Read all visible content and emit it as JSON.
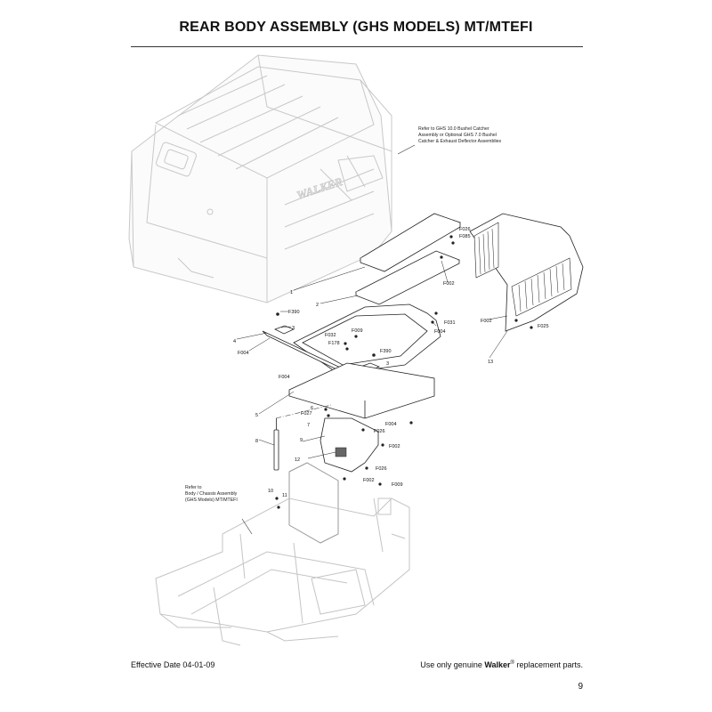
{
  "page": {
    "title": "REAR BODY ASSEMBLY (GHS MODELS) MT/MTEFI",
    "page_number": "9"
  },
  "notes": {
    "catcher_ref": [
      "Refer to GHS 10.0 Bushel Catcher",
      "Assembly or Optional GHS 7.0 Bushel",
      "Catcher & Exhaust Deflector Assemblies"
    ],
    "chassis_ref": [
      "Refer to",
      "Body / Chassis Assembly",
      "(GHS Models) MT/MTEFI"
    ]
  },
  "logo": {
    "text": "WALKER"
  },
  "callouts": [
    {
      "id": "c-1",
      "text": "1"
    },
    {
      "id": "c-2",
      "text": "2"
    },
    {
      "id": "c-3a",
      "text": "3"
    },
    {
      "id": "c-3b",
      "text": "3"
    },
    {
      "id": "c-4",
      "text": "4"
    },
    {
      "id": "c-5",
      "text": "5"
    },
    {
      "id": "c-6",
      "text": "6"
    },
    {
      "id": "c-7",
      "text": "7"
    },
    {
      "id": "c-8",
      "text": "8"
    },
    {
      "id": "c-9",
      "text": "9"
    },
    {
      "id": "c-10",
      "text": "10"
    },
    {
      "id": "c-11",
      "text": "11"
    },
    {
      "id": "c-12",
      "text": "12"
    },
    {
      "id": "c-13",
      "text": "13"
    },
    {
      "id": "c-f390a",
      "text": "F390"
    },
    {
      "id": "c-f390b",
      "text": "F390"
    },
    {
      "id": "c-f004a",
      "text": "F004"
    },
    {
      "id": "c-f004b",
      "text": "F004"
    },
    {
      "id": "c-f004c",
      "text": "F004"
    },
    {
      "id": "c-f004d",
      "text": "F004"
    },
    {
      "id": "c-f032",
      "text": "F032"
    },
    {
      "id": "c-f178",
      "text": "F178"
    },
    {
      "id": "c-f009a",
      "text": "F009"
    },
    {
      "id": "c-f009b",
      "text": "F009"
    },
    {
      "id": "c-f026a",
      "text": "F026"
    },
    {
      "id": "c-f026b",
      "text": "F026"
    },
    {
      "id": "c-f026c",
      "text": "F026"
    },
    {
      "id": "c-f085",
      "text": "F085"
    },
    {
      "id": "c-f002a",
      "text": "F002"
    },
    {
      "id": "c-f002b",
      "text": "F002"
    },
    {
      "id": "c-f002c",
      "text": "F002"
    },
    {
      "id": "c-f002d",
      "text": "F002"
    },
    {
      "id": "c-f031",
      "text": "F031"
    },
    {
      "id": "c-f025",
      "text": "F025"
    },
    {
      "id": "c-f027",
      "text": "F027"
    }
  ],
  "footer": {
    "effective_date": "Effective Date 04-01-09",
    "replacement_prefix": "Use only genuine ",
    "brand": "Walker",
    "registered": "®",
    "replacement_suffix": " replacement parts."
  }
}
